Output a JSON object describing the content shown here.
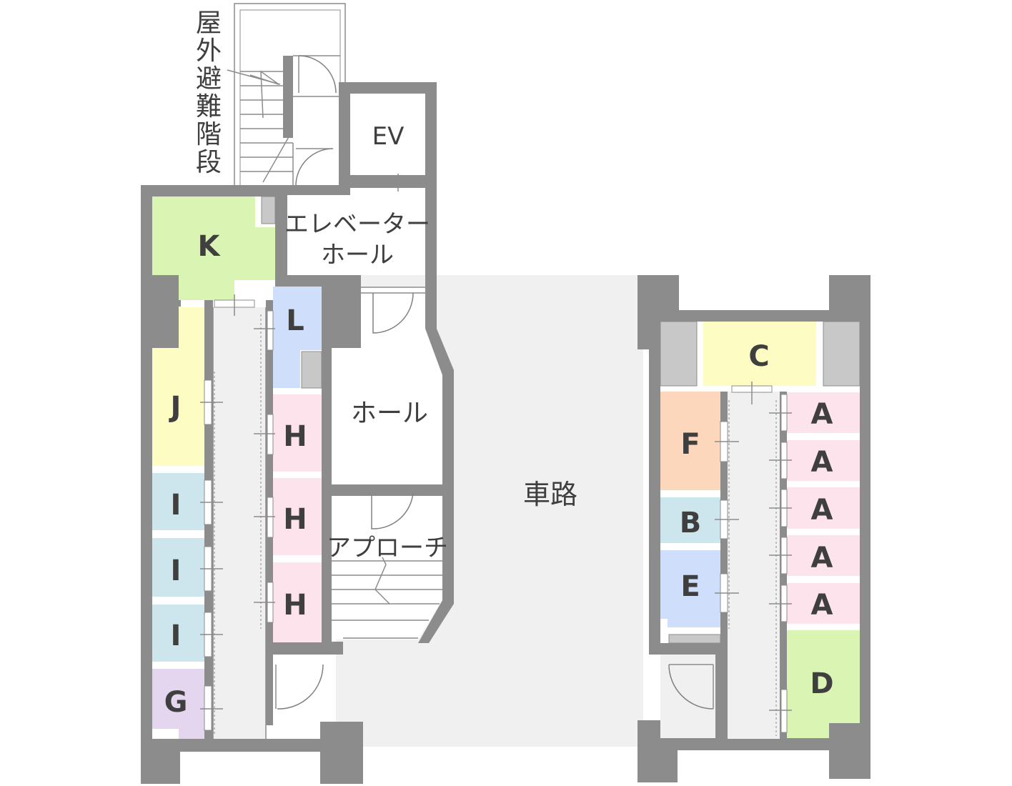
{
  "units": {
    "A": "A",
    "B": "B",
    "C": "C",
    "D": "D",
    "E": "E",
    "F": "F",
    "G": "G",
    "H": "H",
    "I": "I",
    "J": "J",
    "K": "K",
    "L": "L"
  },
  "labels": {
    "ev": "EV",
    "elevator_hall_line1": "エレベーター",
    "elevator_hall_line2": "ホール",
    "hall": "ホール",
    "approach": "アプローチ",
    "roadway": "車路",
    "outdoor_stairs": [
      "屋",
      "外",
      "避",
      "難",
      "階",
      "段"
    ]
  },
  "colors": {
    "wall": "#8c8c8c",
    "corridor": "#f0f0f0",
    "storage": "#c8c8c8",
    "unit_A": "#fde4ec",
    "unit_B": "#cde6ee",
    "unit_C": "#fdfdc3",
    "unit_D": "#d9f4b3",
    "unit_E": "#cfdffb",
    "unit_F": "#fdd7bb",
    "unit_G": "#e5d6f0",
    "unit_H": "#fde4ec",
    "unit_I": "#cde6ee",
    "unit_J": "#fdfdc3",
    "unit_K": "#d9f4b3",
    "unit_L": "#cfdffb"
  }
}
